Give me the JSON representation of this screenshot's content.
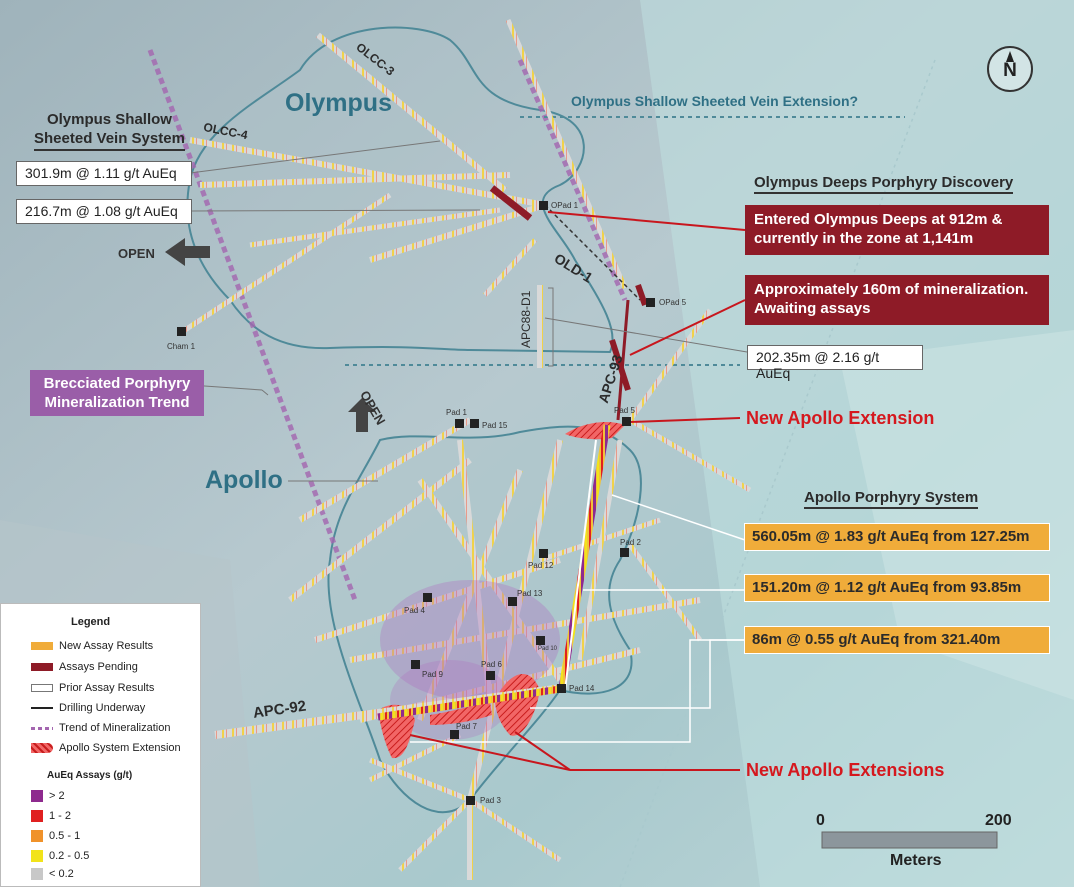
{
  "regions": {
    "olympus": "Olympus",
    "apollo": "Apollo"
  },
  "headers": {
    "olympus_shallow": "Olympus Shallow\nSheeted Vein System",
    "olympus_extension": "Olympus Shallow Sheeted Vein Extension?",
    "olympus_deeps": "Olympus Deeps Porphyry Discovery",
    "apollo_porphyry": "Apollo Porphyry System"
  },
  "red_titles": {
    "new_apollo_extension": "New Apollo Extension",
    "new_apollo_extensions": "New Apollo Extensions"
  },
  "intercepts": {
    "i1": "301.9m @ 1.11 g/t AuEq",
    "i2": "216.7m @ 1.08 g/t AuEq",
    "i3": "202.35m @ 2.16 g/t AuEq"
  },
  "callouts": {
    "entered": "Entered Olympus Deeps at 912m &\ncurrently in the zone at 1,141m",
    "approx": "Approximately 160m of mineralization.\nAwaiting assays",
    "trend": "Brecciated Porphyry\nMineralization Trend"
  },
  "apollo_results": [
    "560.05m @ 1.83 g/t AuEq from 127.25m",
    "151.20m @ 1.12 g/t AuEq from 93.85m",
    "86m @ 0.55 g/t AuEq from 321.40m"
  ],
  "drill_labels": {
    "olcc3": "OLCC-3",
    "olcc4": "OLCC-4",
    "old1": "OLD-1",
    "apc93": "APC-93",
    "apc92": "APC-92",
    "apc88": "APC88-D1"
  },
  "open_labels": {
    "west": "OPEN",
    "north": "OPEN"
  },
  "pads": {
    "opad1": "OPad 1",
    "opad5": "OPad 5",
    "cham1": "Cham 1",
    "pad1": "Pad 1",
    "pad15": "Pad 15",
    "pad5": "Pad 5",
    "pad2": "Pad 2",
    "pad12": "Pad 12",
    "pad13": "Pad 13",
    "pad4": "Pad 4",
    "pad10": "Pad 10",
    "pad9": "Pad 9",
    "pad6": "Pad 6",
    "pad14": "Pad 14",
    "pad7": "Pad 7",
    "pad3": "Pad 3"
  },
  "north": "N",
  "scale": {
    "min": "0",
    "max": "200",
    "unit": "Meters"
  },
  "legend": {
    "title": "Legend",
    "items": [
      "New Assay Results",
      "Assays Pending",
      "Prior Assay Results",
      "Drilling Underway",
      "Trend of Mineralization",
      "Apollo System Extension"
    ],
    "assay_title": "AuEq Assays (g/t)",
    "assay_bins": [
      "> 2",
      "1 - 2",
      "0.5 - 1",
      "0.2 - 0.5",
      "< 0.2"
    ]
  },
  "colors": {
    "assay_bins": [
      "#8e2a8e",
      "#e02020",
      "#f0922a",
      "#f2e31a",
      "#c8c8c8"
    ],
    "new_assay": "#f0ac3a",
    "pending": "#8e1b27",
    "accent_red": "#d5181e",
    "outline": "#4f8a99"
  }
}
